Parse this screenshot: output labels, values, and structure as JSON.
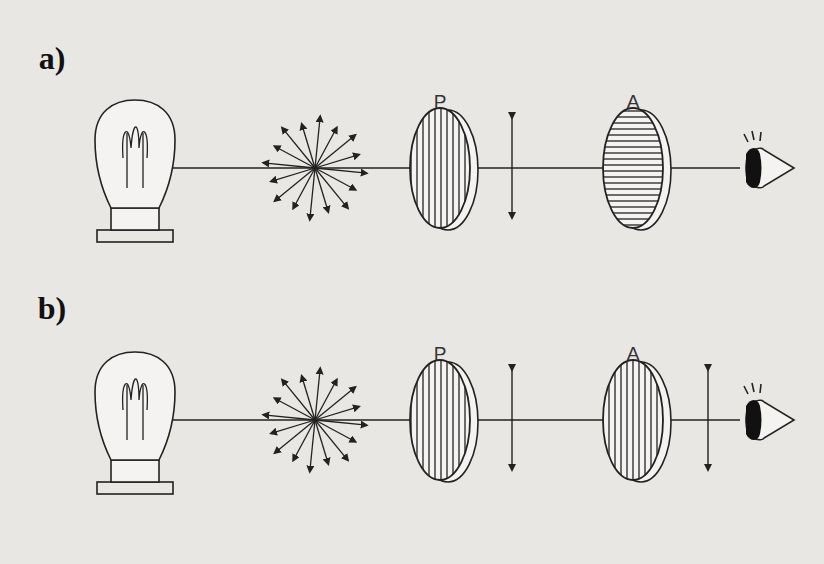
{
  "diagram": {
    "labels": [
      "a)",
      "P",
      "A",
      "b)",
      "P",
      "A"
    ]
  }
}
